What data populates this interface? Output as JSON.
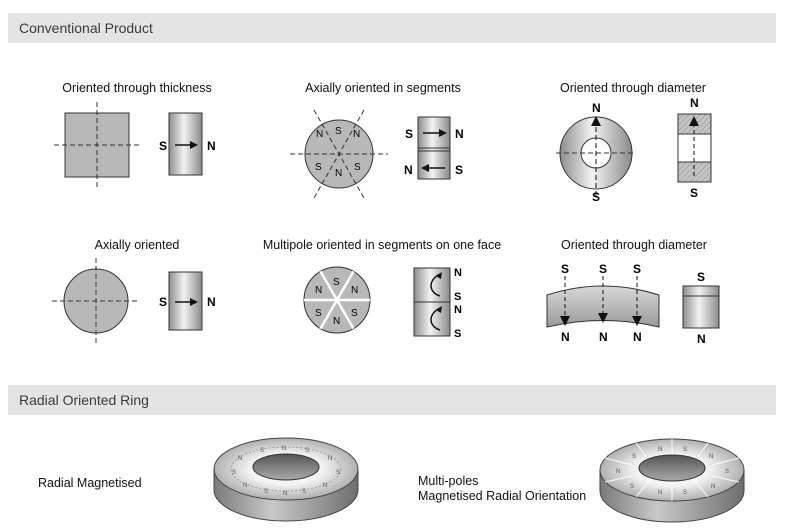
{
  "sections": {
    "conventional": "Conventional Product",
    "radial": "Radial Oriented Ring"
  },
  "captions": {
    "thickness": "Oriented through thickness",
    "axial_segments": "Axially oriented in segments",
    "diameter_top": "Oriented through diameter",
    "axial": "Axially oriented",
    "multipole": "Multipole oriented in segments on one face",
    "diameter_bottom": "Oriented through diameter"
  },
  "ring_labels": {
    "radial": "Radial Magnetised",
    "multi_line1": "Multi-poles",
    "multi_line2": "Magnetised Radial Orientation"
  },
  "poles": {
    "north": "N",
    "south": "S"
  },
  "colors": {
    "header_bg": "#e4e4e4",
    "magnet_fill": "#b8b8b8",
    "outline": "#333333"
  }
}
